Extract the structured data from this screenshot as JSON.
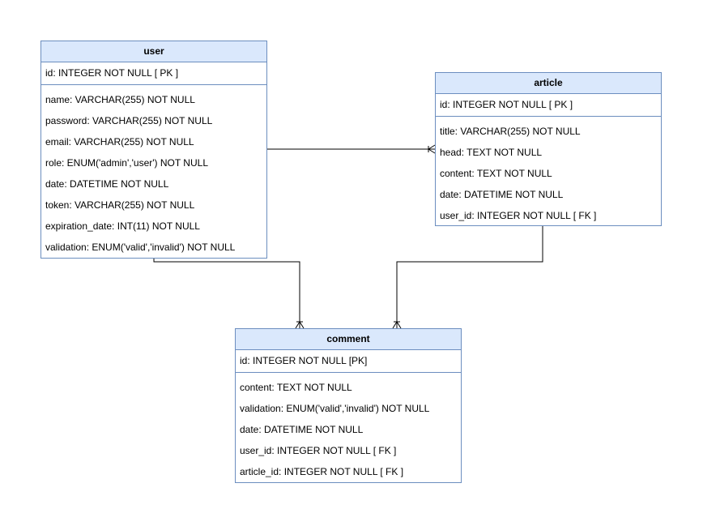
{
  "entities": {
    "user": {
      "title": "user",
      "primary_key": "id: INTEGER NOT NULL [ PK ]",
      "attributes": [
        "name: VARCHAR(255) NOT NULL",
        "password: VARCHAR(255) NOT NULL",
        "email: VARCHAR(255) NOT NULL",
        "role: ENUM('admin','user') NOT NULL",
        "date: DATETIME NOT NULL",
        "token: VARCHAR(255) NOT NULL",
        "expiration_date: INT(11) NOT NULL",
        "validation: ENUM('valid','invalid') NOT NULL"
      ]
    },
    "article": {
      "title": "article",
      "primary_key": "id: INTEGER NOT NULL [ PK ]",
      "attributes": [
        "title: VARCHAR(255) NOT NULL",
        "head: TEXT NOT NULL",
        "content: TEXT NOT NULL",
        "date: DATETIME NOT NULL",
        "user_id: INTEGER NOT NULL [ FK ]"
      ]
    },
    "comment": {
      "title": "comment",
      "primary_key": "id: INTEGER NOT NULL [PK]",
      "attributes": [
        "content: TEXT NOT NULL",
        "validation: ENUM('valid','invalid') NOT NULL",
        "date: DATETIME NOT NULL",
        "user_id: INTEGER NOT NULL [ FK ]",
        "article_id: INTEGER NOT NULL [ FK ]"
      ]
    }
  },
  "relationships": [
    {
      "from": "user",
      "to": "article",
      "from_end": "one",
      "to_end": "many"
    },
    {
      "from": "user",
      "to": "comment",
      "from_end": "one",
      "to_end": "one-or-many"
    },
    {
      "from": "article",
      "to": "comment",
      "from_end": "one",
      "to_end": "one-or-many"
    }
  ],
  "colors": {
    "header_fill": "#dae8fc",
    "border": "#6c8ebf",
    "connector": "#000000",
    "background": "#ffffff"
  }
}
